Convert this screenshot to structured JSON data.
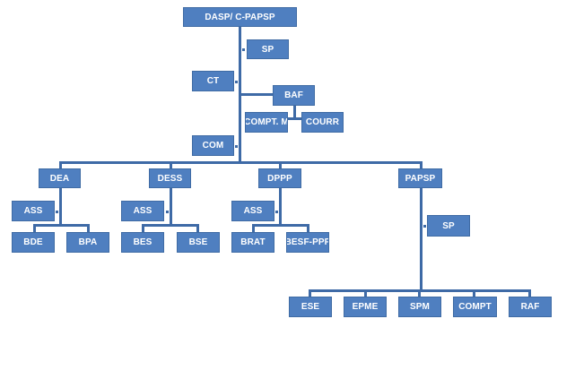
{
  "colors": {
    "box_fill": "#4f7fc0",
    "connector": "#3e6aa6",
    "text": "#ffffff"
  },
  "org": {
    "top": "DASP/ C-PAPSP",
    "sp": "SP",
    "ct": "CT",
    "baf": "BAF",
    "compt_m": "COMPT. M",
    "courr": "COURR",
    "com": "COM",
    "dea": {
      "label": "DEA",
      "ass": "ASS",
      "children": [
        "BDE",
        "BPA"
      ]
    },
    "dess": {
      "label": "DESS",
      "ass": "ASS",
      "children": [
        "BES",
        "BSE"
      ]
    },
    "dppp": {
      "label": "DPPP",
      "ass": "ASS",
      "children": [
        "BRAT",
        "BESF-PPP"
      ]
    },
    "papsp": {
      "label": "PAPSP",
      "sp": "SP",
      "children": [
        "ESE",
        "EPME",
        "SPM",
        "COMPT",
        "RAF"
      ]
    }
  }
}
